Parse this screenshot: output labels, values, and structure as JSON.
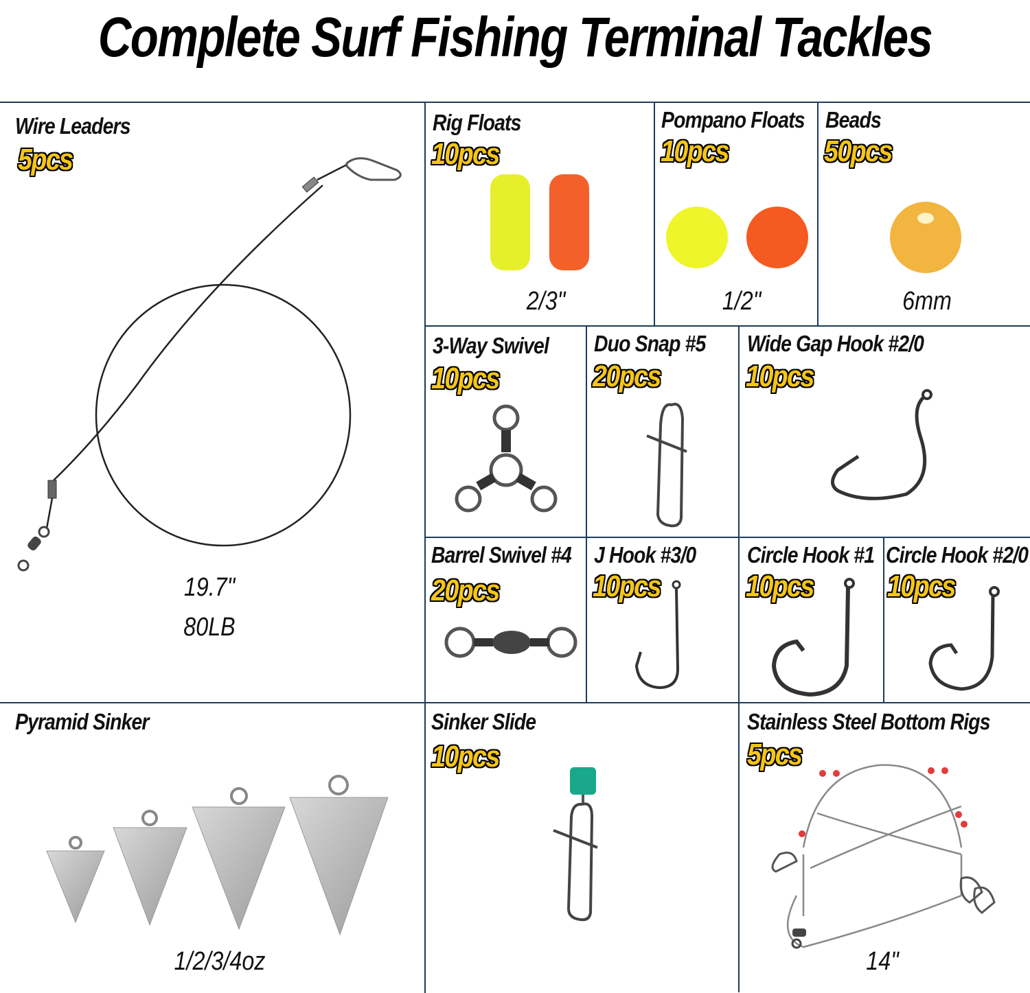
{
  "title": "Complete Surf Fishing Terminal Tackles",
  "colors": {
    "grid_line": "#1d3b5c",
    "qty_fill": "#f5c518",
    "qty_outline": "#000000"
  },
  "items": {
    "wire_leaders": {
      "name": "Wire Leaders",
      "qty": "5pcs",
      "length": "19.7\"",
      "strength": "80LB"
    },
    "rig_floats": {
      "name": "Rig Floats",
      "qty": "10pcs",
      "size": "2/3\""
    },
    "pompano_floats": {
      "name": "Pompano Floats",
      "qty": "10pcs",
      "size": "1/2\""
    },
    "beads": {
      "name": "Beads",
      "qty": "50pcs",
      "size": "6mm"
    },
    "three_way_swivel": {
      "name": "3-Way Swivel",
      "qty": "10pcs"
    },
    "duo_snap": {
      "name": "Duo Snap #5",
      "qty": "20pcs"
    },
    "wide_gap_hook": {
      "name": "Wide Gap Hook  #2/0",
      "qty": "10pcs"
    },
    "barrel_swivel": {
      "name": "Barrel Swivel #4",
      "qty": "20pcs"
    },
    "j_hook": {
      "name": "J Hook  #3/0",
      "qty": "10pcs"
    },
    "circle_hook_1": {
      "name": "Circle Hook #1",
      "qty": "10pcs"
    },
    "circle_hook_2_0": {
      "name": "Circle Hook #2/0",
      "qty": "10pcs"
    },
    "pyramid_sinker": {
      "name": "Pyramid Sinker",
      "size": "1/2/3/4oz"
    },
    "sinker_slide": {
      "name": "Sinker Slide",
      "qty": "10pcs"
    },
    "bottom_rigs": {
      "name": "Stainless Steel Bottom Rigs",
      "qty": "5pcs",
      "size": "14\""
    }
  }
}
